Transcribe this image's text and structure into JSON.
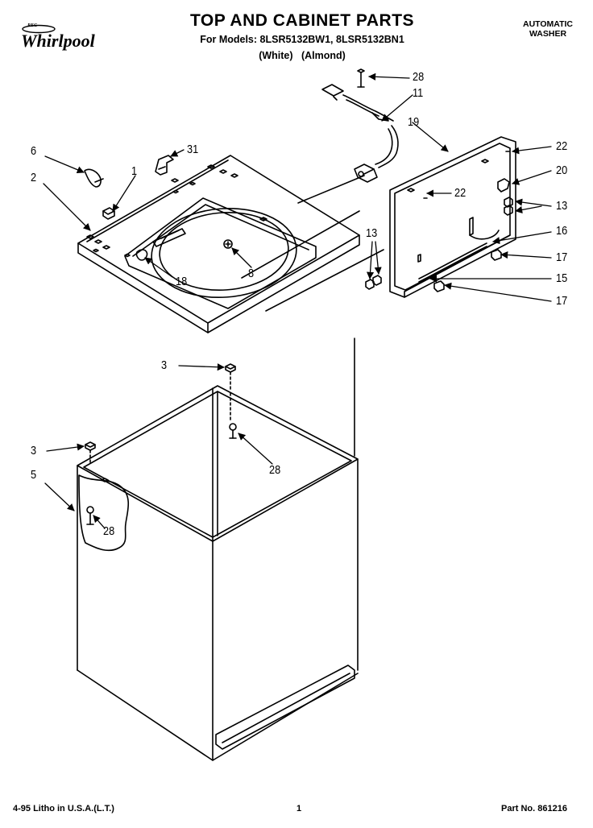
{
  "header": {
    "title": "TOP AND CABINET PARTS",
    "models_line": "For Models: 8LSR5132BW1, 8LSR5132BN1",
    "colors_line": "(White)   (Almond)",
    "product_line1": "AUTOMATIC",
    "product_line2": "WASHER",
    "brand": "Whirlpool",
    "brand_tag": "REG"
  },
  "callouts": {
    "c28_top": "28",
    "c11": "11",
    "c19": "19",
    "c22_right": "22",
    "c20": "20",
    "c22_inner": "22",
    "c13_right": "13",
    "c16": "16",
    "c13_left": "13",
    "c17_upper": "17",
    "c15": "15",
    "c17_lower": "17",
    "c6": "6",
    "c31": "31",
    "c1": "1",
    "c2": "2",
    "c8": "8",
    "c18": "18",
    "c3_upper": "3",
    "c28_mid": "28",
    "c3_lower": "3",
    "c5": "5",
    "c28_low": "28"
  },
  "footer": {
    "litho": "4-95 Litho in U.S.A.(L.T.)",
    "page": "1",
    "part_no": "Part No. 861216"
  },
  "colors": {
    "ink": "#000000",
    "paper": "#ffffff"
  }
}
